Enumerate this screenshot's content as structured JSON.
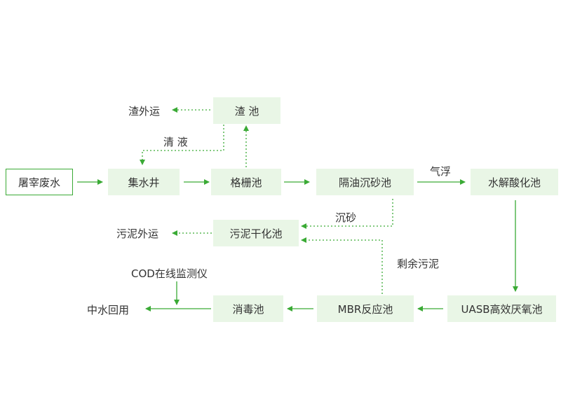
{
  "nodes": {
    "zha_chi": "渣 池",
    "tu_zai_fei_shui": "屠宰废水",
    "ji_shui_jing": "集水井",
    "ge_shan_chi": "格栅池",
    "ge_you_chen_sha_chi": "隔油沉砂池",
    "shui_jie_suan_hua_chi": "水解酸化池",
    "wu_ni_gan_hua_chi": "污泥干化池",
    "xiao_du_chi": "消毒池",
    "mbr": "MBR反应池",
    "uasb": "UASB高效厌氧池"
  },
  "labels": {
    "zha_wai_yun": "渣外运",
    "qing_ye": "清 液",
    "qi_fu": "气浮",
    "chen_sha": "沉砂",
    "wu_ni_wai_yun": "污泥外运",
    "sheng_yu_wu_ni": "剩余污泥",
    "cod_monitor": "COD在线监测仪",
    "zhong_shui_hui_yong": "中水回用"
  },
  "colors": {
    "accent": "#3aaa35",
    "box_fill": "#e9f6e6",
    "text": "#333333"
  }
}
